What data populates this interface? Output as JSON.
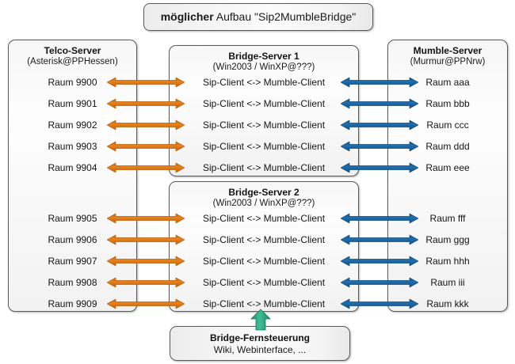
{
  "title": {
    "emphasis": "möglicher",
    "rest": " Aufbau \"Sip2MumbleBridge\""
  },
  "columns": {
    "telco": {
      "heading": "Telco-Server",
      "subheading": "(Asterisk@PPHessen)",
      "rooms_group1": [
        "Raum 9900",
        "Raum 9901",
        "Raum 9902",
        "Raum 9903",
        "Raum 9904"
      ],
      "rooms_group2": [
        "Raum 9905",
        "Raum 9906",
        "Raum 9907",
        "Raum 9908",
        "Raum 9909"
      ]
    },
    "bridge1": {
      "heading": "Bridge-Server 1",
      "subheading": "(Win2003 / WinXP@???)",
      "clients": [
        "Sip-Client <-> Mumble-Client",
        "Sip-Client <-> Mumble-Client",
        "Sip-Client <-> Mumble-Client",
        "Sip-Client <-> Mumble-Client",
        "Sip-Client <-> Mumble-Client"
      ]
    },
    "bridge2": {
      "heading": "Bridge-Server 2",
      "subheading": "(Win2003 / WinXP@???)",
      "clients": [
        "Sip-Client <-> Mumble-Client",
        "Sip-Client <-> Mumble-Client",
        "Sip-Client <-> Mumble-Client",
        "Sip-Client <-> Mumble-Client",
        "Sip-Client <-> Mumble-Client"
      ]
    },
    "mumble": {
      "heading": "Mumble-Server",
      "subheading": "(Murmur@PPNrw)",
      "rooms_group1": [
        "Raum aaa",
        "Raum bbb",
        "Raum ccc",
        "Raum ddd",
        "Raum eee"
      ],
      "rooms_group2": [
        "Raum fff",
        "Raum ggg",
        "Raum hhh",
        "Raum iii",
        "Raum kkk"
      ]
    },
    "remote": {
      "heading": "Bridge-Fernsteuerung",
      "subheading": "Wiki, Webinterface, ..."
    }
  },
  "colors": {
    "sip_arrow": "#E8821E",
    "mumble_arrow": "#1F6FB0",
    "control_arrow": "#2EA887",
    "panel_border": "#5A5A5A",
    "panel_fill": "#F4F4F4",
    "text": "#141414"
  }
}
